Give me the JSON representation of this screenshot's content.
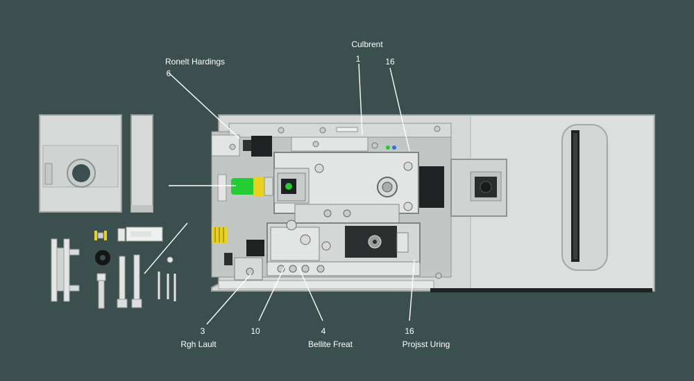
{
  "callouts": {
    "top_left_title": "Ronelt Hardings",
    "top_left_number": "6",
    "top_center_title": "Culbrent",
    "top_center_number": "1",
    "top_right_number": "16",
    "bottom_1_number": "3",
    "bottom_1_label": "Rgh Lault",
    "bottom_2_number": "10",
    "bottom_3_number": "4",
    "bottom_3_label": "Bellite Freat",
    "bottom_4_number": "16",
    "bottom_4_label": "Projsst Uring"
  },
  "colors": {
    "background": "#3b4f4e",
    "panel": "#d8dbd9",
    "panel_edge": "#9aa09e",
    "dark_part": "#1f2222",
    "accent_green": "#22cc33",
    "accent_yellow": "#e8d21e",
    "leader_line": "#ffffff"
  }
}
